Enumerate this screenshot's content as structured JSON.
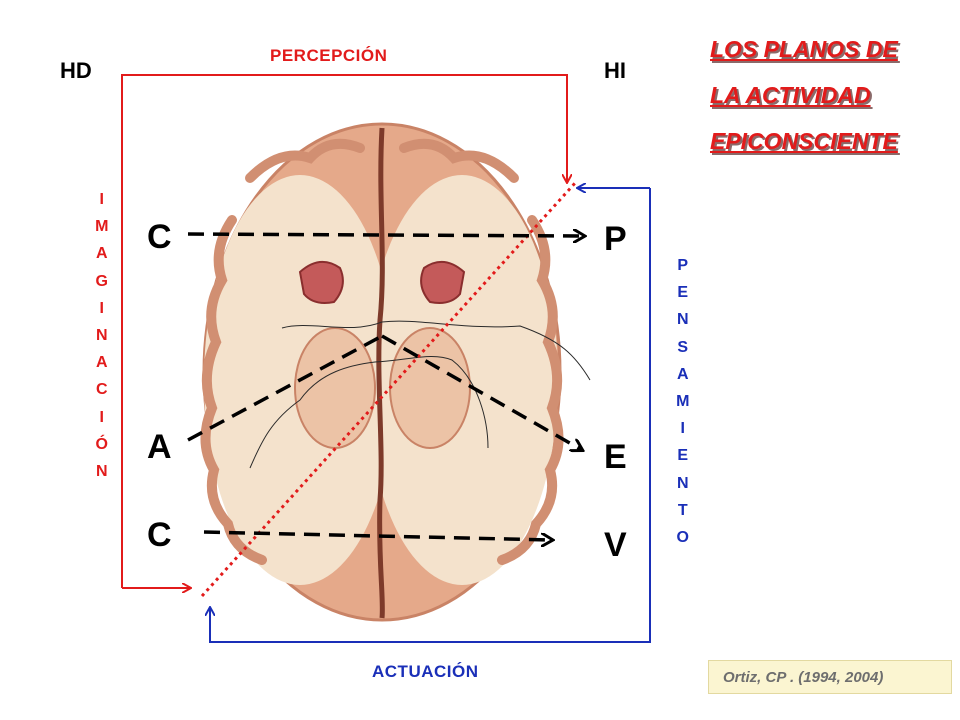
{
  "title_lines": [
    "LOS PLANOS DE",
    "LA ACTIVIDAD",
    "EPICONSCIENTE"
  ],
  "hemispheres": {
    "left": "HD",
    "right": "HI"
  },
  "cycle_labels": {
    "top": "PERCEPCIÓN",
    "bottom": "ACTUACIÓN",
    "left": "IMAGINACIÓN",
    "right": "PENSAMIENTO"
  },
  "left_letters": [
    "C",
    "A",
    "C"
  ],
  "right_letters": [
    "P",
    "E",
    "V"
  ],
  "credit": "Ortiz, CP . (1994, 2004)",
  "colors": {
    "red": "#e21b1b",
    "blue": "#1a2fb8",
    "brain_tissue": "#e5a98a",
    "brain_white_matter": "#f4e2cc",
    "credit_bg": "#fbf5d1"
  }
}
